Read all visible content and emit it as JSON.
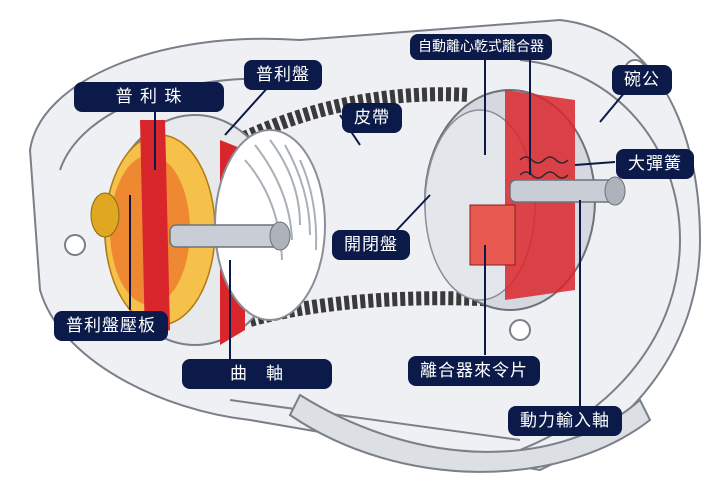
{
  "labels": {
    "auto_clutch": "自動離心乾式離合器",
    "bowl": "碗公",
    "pulley": "普利盤",
    "roller": "普 利 珠",
    "belt": "皮帶",
    "big_spring": "大彈簧",
    "sliding_sheave": "開閉盤",
    "pulley_plate": "普利盤壓板",
    "crankshaft": "曲　軸",
    "clutch_shoe": "離合器來令片",
    "output_shaft": "動力輸入軸"
  },
  "colors": {
    "label_bg": "#0c1a4a",
    "label_text": "#ffffff",
    "leader_line": "#0c1a4a",
    "red_part": "#d9262c",
    "belt": "#3a3a3a",
    "metal": "#c8cdd6"
  }
}
